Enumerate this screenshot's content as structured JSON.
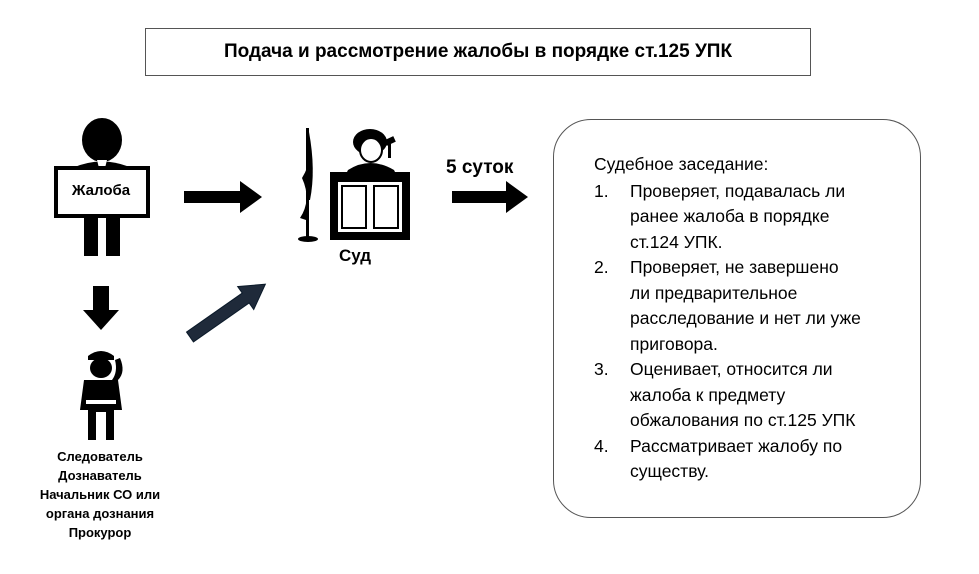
{
  "title": "Подача и рассмотрение жалобы в порядке ст.125 УПК",
  "complaint_label": "Жалоба",
  "court_label": "Суд",
  "days_label": "5 суток",
  "officials": [
    "Следователь",
    "Дознаватель",
    "Начальник СО или",
    "органа дознания",
    "Прокурор"
  ],
  "hearing": {
    "title": "Судебное заседание:",
    "items": [
      {
        "num": "1.",
        "lines": [
          "Проверяет, подавалась ли",
          "ранее жалоба в порядке",
          "ст.124 УПК."
        ]
      },
      {
        "num": "2.",
        "lines": [
          "Проверяет, не завершено",
          "ли предварительное",
          "расследование и нет ли уже",
          "приговора."
        ]
      },
      {
        "num": "3.",
        "lines": [
          "Оценивает, относится ли",
          "жалоба к предмету",
          "обжалования по ст.125 УПК"
        ]
      },
      {
        "num": "4.",
        "lines": [
          "Рассматривает жалобу по",
          "существу."
        ]
      }
    ]
  },
  "colors": {
    "arrow": "#000000",
    "arrow_diag": "#1f2a3a",
    "border": "#555555"
  }
}
